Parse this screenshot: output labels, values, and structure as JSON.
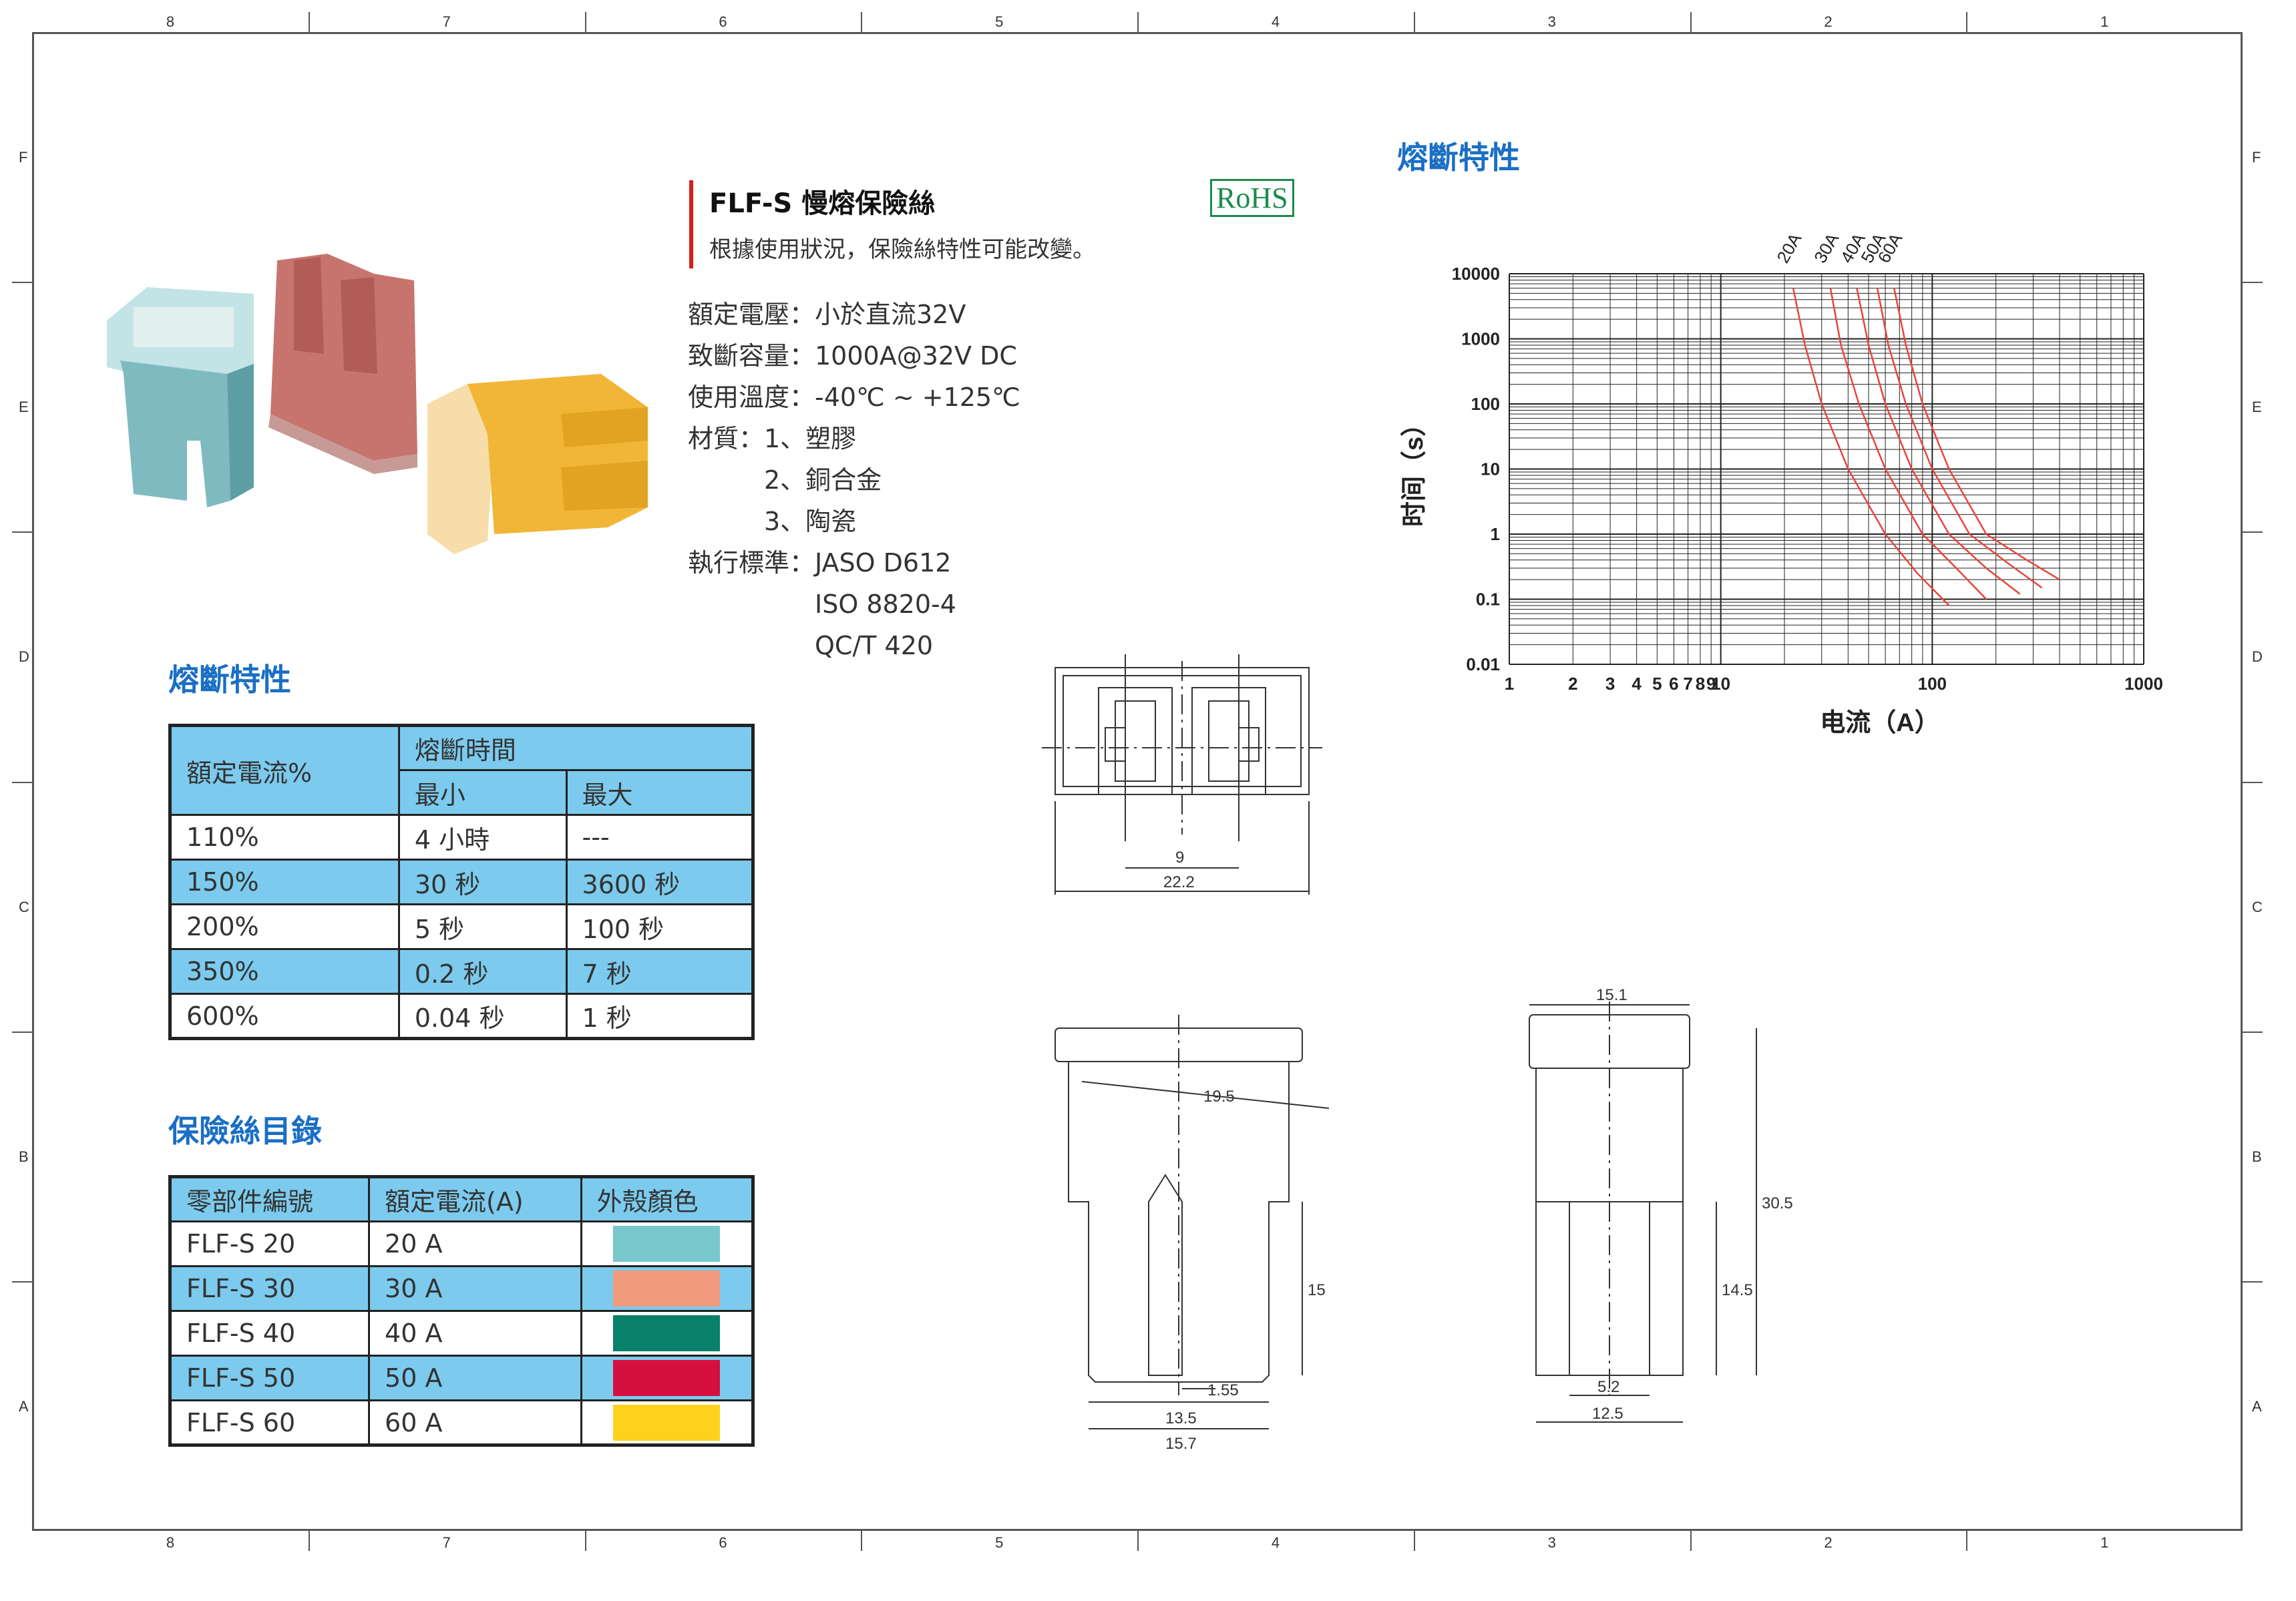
{
  "frame": {
    "columns": [
      "8",
      "7",
      "6",
      "5",
      "4",
      "3",
      "2",
      "1"
    ],
    "rows": [
      "F",
      "E",
      "D",
      "C",
      "B",
      "A"
    ]
  },
  "product": {
    "title": "FLF-S 慢熔保險絲",
    "rohs": "RoHS",
    "note": "根據使用狀況，保險絲特性可能改變。",
    "specs": [
      "額定電壓：小於直流32V",
      "致斷容量：1000A@32V DC",
      "使用溫度：-40℃ ~ +125℃",
      "材質：1、塑膠",
      "　　　2、銅合金",
      "　　　3、陶瓷",
      "執行標準：JASO D612",
      "　　　　　ISO 8820-4",
      "　　　　　QC/T 420"
    ]
  },
  "fusing_table": {
    "heading": "熔斷特性",
    "col_rated": "額定電流%",
    "col_time": "熔斷時間",
    "col_min": "最小",
    "col_max": "最大",
    "rows": [
      {
        "rated": "110%",
        "min": "4 小時",
        "max": "---"
      },
      {
        "rated": "150%",
        "min": "30 秒",
        "max": "3600 秒"
      },
      {
        "rated": "200%",
        "min": "5 秒",
        "max": "100 秒"
      },
      {
        "rated": "350%",
        "min": "0.2 秒",
        "max": "7 秒"
      },
      {
        "rated": "600%",
        "min": "0.04 秒",
        "max": "1 秒"
      }
    ]
  },
  "catalog": {
    "heading": "保險絲目錄",
    "col_part": "零部件編號",
    "col_rated": "額定電流(A)",
    "col_color": "外殼顏色",
    "rows": [
      {
        "part": "FLF-S 20",
        "rated": "20 A",
        "color": "#78c7cd"
      },
      {
        "part": "FLF-S 30",
        "rated": "30 A",
        "color": "#f09a7e"
      },
      {
        "part": "FLF-S 40",
        "rated": "40 A",
        "color": "#08806a"
      },
      {
        "part": "FLF-S 50",
        "rated": "50 A",
        "color": "#d5103f"
      },
      {
        "part": "FLF-S 60",
        "rated": "60 A",
        "color": "#fdd21c"
      }
    ]
  },
  "curve_chart": {
    "heading": "熔斷特性",
    "ylabel": "时间（s）",
    "xlabel": "电流（A）",
    "y_ticks": [
      "10000",
      "1000",
      "100",
      "10",
      "1",
      "0.1",
      "0.01"
    ],
    "x_ticks": [
      "1",
      "2",
      "3",
      "4",
      "5",
      "6",
      "7",
      "8",
      "9",
      "10",
      "100",
      "1000"
    ],
    "series_labels": [
      "20A",
      "30A",
      "40A",
      "50A",
      "60A"
    ],
    "line_color": "#e8453c"
  },
  "chart_data": {
    "type": "line",
    "xlabel": "电流（A）",
    "ylabel": "时间（s）",
    "x_scale": "log",
    "y_scale": "log",
    "xlim": [
      1,
      1000
    ],
    "ylim": [
      0.01,
      10000
    ],
    "grid": true,
    "series": [
      {
        "name": "20A",
        "x": [
          22,
          25,
          30,
          40,
          60,
          85,
          120
        ],
        "y": [
          6000,
          800,
          100,
          10,
          1,
          0.25,
          0.08
        ]
      },
      {
        "name": "30A",
        "x": [
          33,
          37,
          45,
          60,
          90,
          130,
          180
        ],
        "y": [
          6000,
          800,
          100,
          10,
          1,
          0.3,
          0.1
        ]
      },
      {
        "name": "40A",
        "x": [
          44,
          50,
          60,
          80,
          120,
          180,
          260
        ],
        "y": [
          6000,
          800,
          100,
          10,
          1,
          0.3,
          0.12
        ]
      },
      {
        "name": "50A",
        "x": [
          55,
          62,
          75,
          100,
          150,
          230,
          330
        ],
        "y": [
          6000,
          800,
          100,
          10,
          1,
          0.35,
          0.15
        ]
      },
      {
        "name": "60A",
        "x": [
          66,
          75,
          90,
          120,
          180,
          280,
          400
        ],
        "y": [
          6000,
          800,
          100,
          10,
          1,
          0.4,
          0.2
        ]
      }
    ]
  },
  "dims": {
    "d9": "9",
    "d22_2": "22.2",
    "d19_5": "19.5",
    "d15": "15",
    "d1_55": "1.55",
    "d13_5": "13.5",
    "d15_7": "15.7",
    "d15_1": "15.1",
    "d30_5": "30.5",
    "d14_5": "14.5",
    "d5_2": "5.2",
    "d12_5": "12.5"
  }
}
